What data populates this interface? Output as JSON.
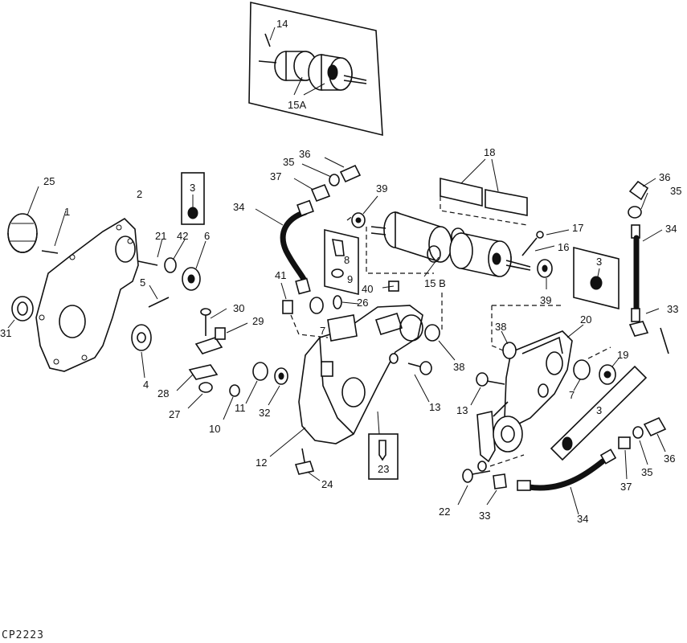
{
  "labels": {
    "l14": "14",
    "l15a": "15A",
    "l25": "25",
    "l1": "1",
    "l2": "2",
    "l3a": "3",
    "l21": "21",
    "l42": "42",
    "l6": "6",
    "l5": "5",
    "l31": "31",
    "l4": "4",
    "l30": "30",
    "l29": "29",
    "l28": "28",
    "l27": "27",
    "l10": "10",
    "l11": "11",
    "l32": "32",
    "l12": "12",
    "l24": "24",
    "l23": "23",
    "l36a": "36",
    "l35a": "35",
    "l37a": "37",
    "l34a": "34",
    "l39a": "39",
    "l8": "8",
    "l9": "9",
    "l41": "41",
    "l40": "40",
    "l26": "26",
    "l7a": "7",
    "l13a": "13",
    "l38a": "38",
    "l18": "18",
    "l17": "17",
    "l16": "16",
    "l15b": "15 B",
    "l39b": "39",
    "l3b": "3",
    "l36b": "36",
    "l35b": "35",
    "l34b": "34",
    "l33a": "33",
    "l20": "20",
    "l38b": "38",
    "l19": "19",
    "l7b": "7",
    "l13b": "13",
    "l3c": "3",
    "l36c": "36",
    "l35c": "35",
    "l37b": "37",
    "l34c": "34",
    "l22": "22",
    "l33b": "33"
  },
  "figure_code": "CP2223"
}
